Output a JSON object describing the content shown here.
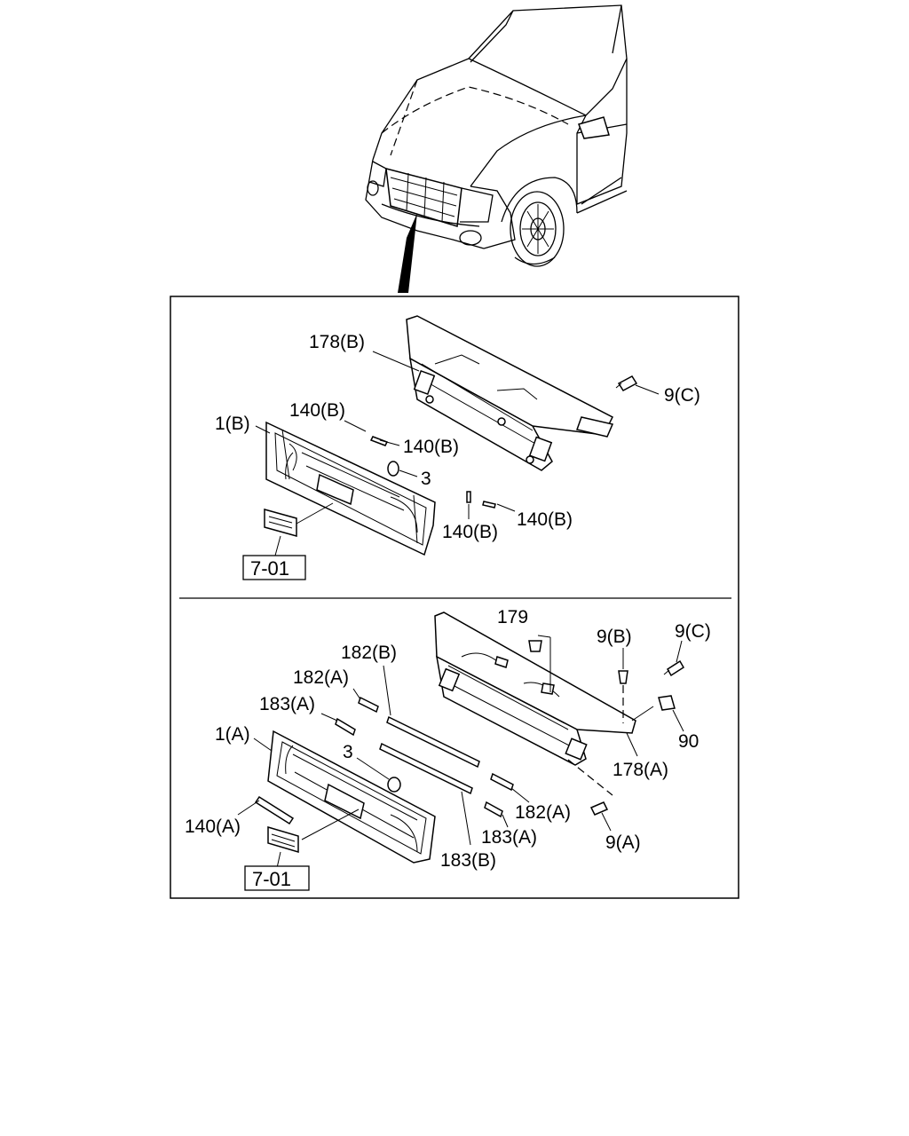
{
  "upper": {
    "labels": {
      "l178b": "178(B)",
      "l9c": "9(C)",
      "l1b": "1(B)",
      "l140b_1": "140(B)",
      "l140b_2": "140(B)",
      "l3": "3",
      "l140b_3": "140(B)",
      "l140b_4": "140(B)"
    },
    "ref_box": "7-01"
  },
  "lower": {
    "labels": {
      "l179": "179",
      "l9b": "9(B)",
      "l9c": "9(C)",
      "l182b": "182(B)",
      "l182a_1": "182(A)",
      "l183a_1": "183(A)",
      "l1a": "1(A)",
      "l3": "3",
      "l90": "90",
      "l178a": "178(A)",
      "l182a_2": "182(A)",
      "l183a_2": "183(A)",
      "l9a": "9(A)",
      "l140a": "140(A)",
      "l183b": "183(B)"
    },
    "ref_box": "7-01"
  },
  "colors": {
    "line": "#000000",
    "background": "#ffffff"
  }
}
